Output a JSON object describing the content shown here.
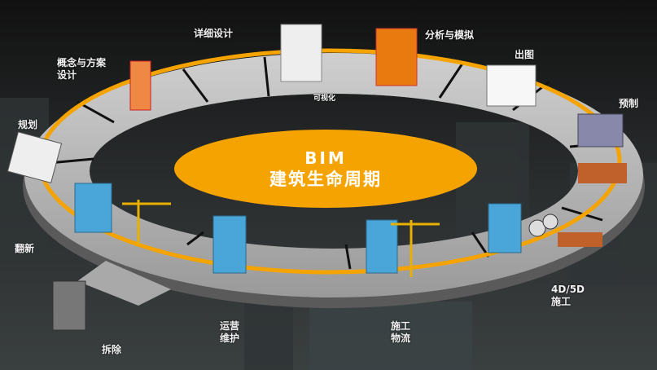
{
  "title": {
    "line1": "BIM",
    "line2": "建筑生命周期"
  },
  "stages": {
    "visualization": "可视化",
    "detail_design": "详细设计",
    "analysis": "分析与模拟",
    "drawings": "出图",
    "prefab": "预制",
    "concept_l1": "概念与方案",
    "concept_l2": "设计",
    "planning": "规划",
    "renovation": "翻新",
    "demolition": "拆除",
    "operation_l1": "运营",
    "operation_l2": "维护",
    "logistics_l1": "施工",
    "logistics_l2": "物流",
    "construction_l1": "4D/5D",
    "construction_l2": "施工"
  },
  "colors": {
    "accent": "#f5a300",
    "ring": "#b9b9b9",
    "background": "#1a1c1d"
  }
}
